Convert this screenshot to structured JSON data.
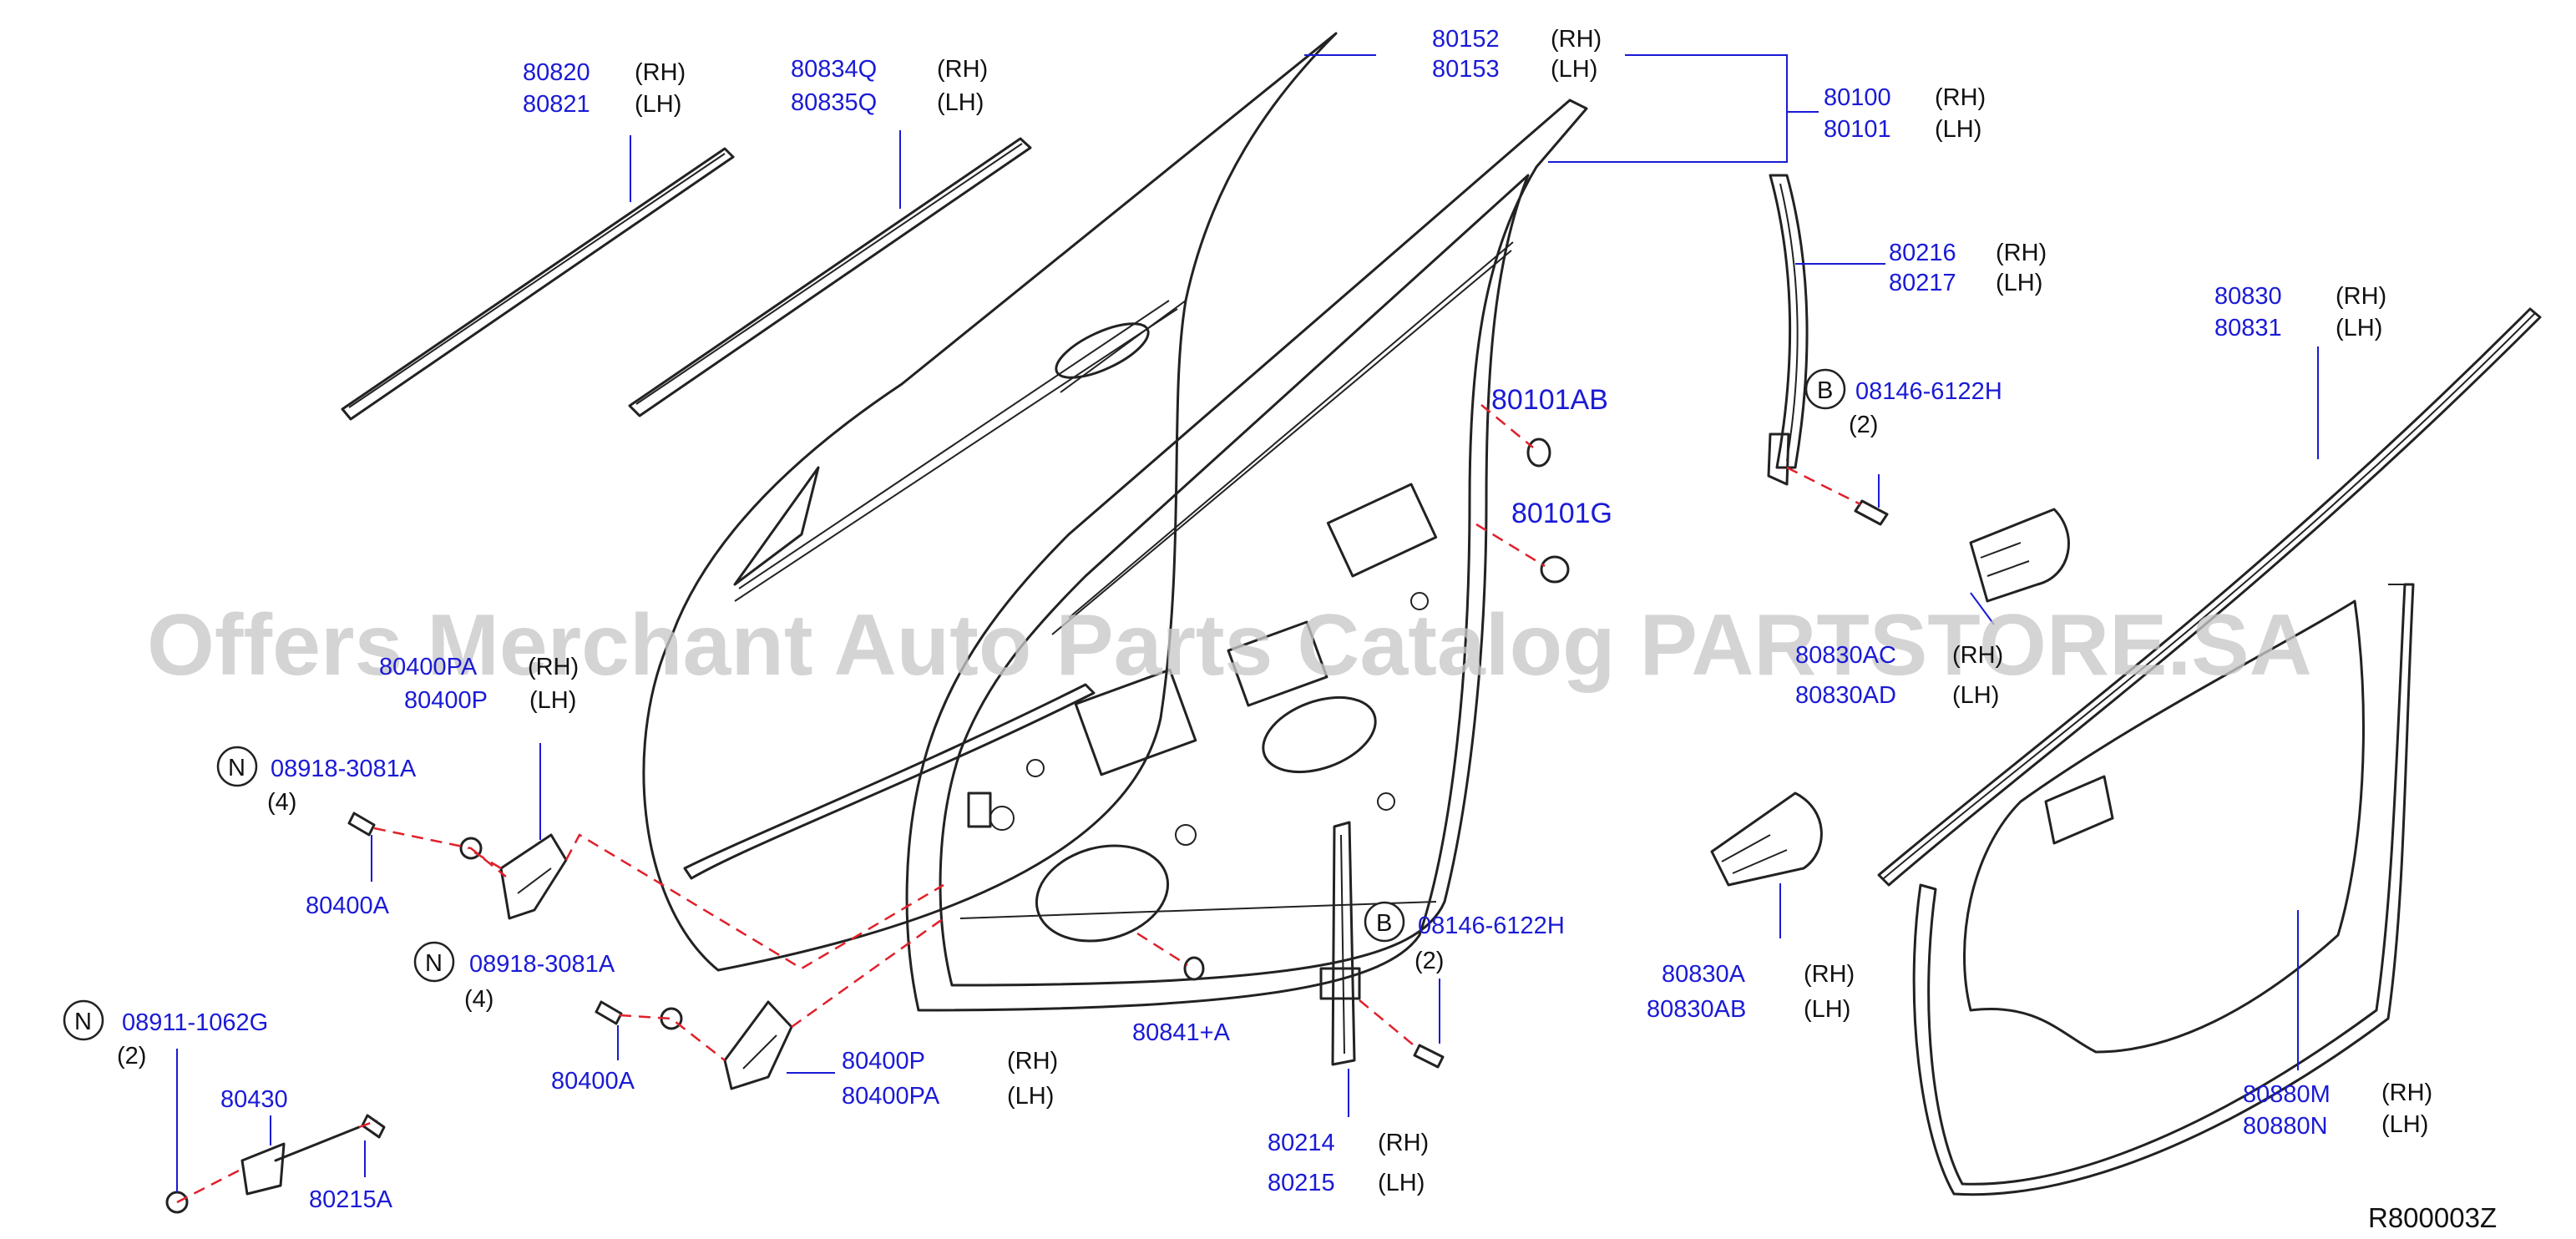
{
  "diagram": {
    "callouts": [
      {
        "part": "80820",
        "side": "(RH)"
      },
      {
        "part": "80821",
        "side": "(LH)"
      },
      {
        "part": "80834Q",
        "side": "(RH)"
      },
      {
        "part": "80835Q",
        "side": "(LH)"
      },
      {
        "part": "80152",
        "side": "(RH)"
      },
      {
        "part": "80153",
        "side": "(LH)"
      },
      {
        "part": "80100",
        "side": "(RH)"
      },
      {
        "part": "80101",
        "side": "(LH)"
      },
      {
        "part": "80216",
        "side": "(RH)"
      },
      {
        "part": "80217",
        "side": "(LH)"
      },
      {
        "part": "80830",
        "side": "(RH)"
      },
      {
        "part": "80831",
        "side": "(LH)"
      },
      {
        "part": "80101AB"
      },
      {
        "part": "80101G"
      },
      {
        "part": "08146-6122H",
        "badge": "B",
        "qty": "(2)"
      },
      {
        "part": "80830AC",
        "side": "(RH)"
      },
      {
        "part": "80830AD",
        "side": "(LH)"
      },
      {
        "part": "80400PA",
        "side": "(RH)"
      },
      {
        "part": "80400P",
        "side": "(LH)"
      },
      {
        "part": "08918-3081A",
        "badge": "N",
        "qty": "(4)"
      },
      {
        "part": "80400A"
      },
      {
        "part": "08918-3081A",
        "badge": "N",
        "qty": "(4)"
      },
      {
        "part": "80400A"
      },
      {
        "part": "08911-1062G",
        "badge": "N",
        "qty": "(2)"
      },
      {
        "part": "80430"
      },
      {
        "part": "80215A"
      },
      {
        "part": "80400P",
        "side": "(RH)"
      },
      {
        "part": "80400PA",
        "side": "(LH)"
      },
      {
        "part": "80841+A"
      },
      {
        "part": "08146-6122H",
        "badge": "B",
        "qty": "(2)"
      },
      {
        "part": "80214",
        "side": "(RH)"
      },
      {
        "part": "80215",
        "side": "(LH)"
      },
      {
        "part": "80830A",
        "side": "(RH)"
      },
      {
        "part": "80830AB",
        "side": "(LH)"
      },
      {
        "part": "80880M",
        "side": "(RH)"
      },
      {
        "part": "80880N",
        "side": "(LH)"
      }
    ],
    "reference_code": "R800003Z",
    "watermark": "Offers Merchant Auto Parts Catalog PARTSTORE.SA"
  }
}
